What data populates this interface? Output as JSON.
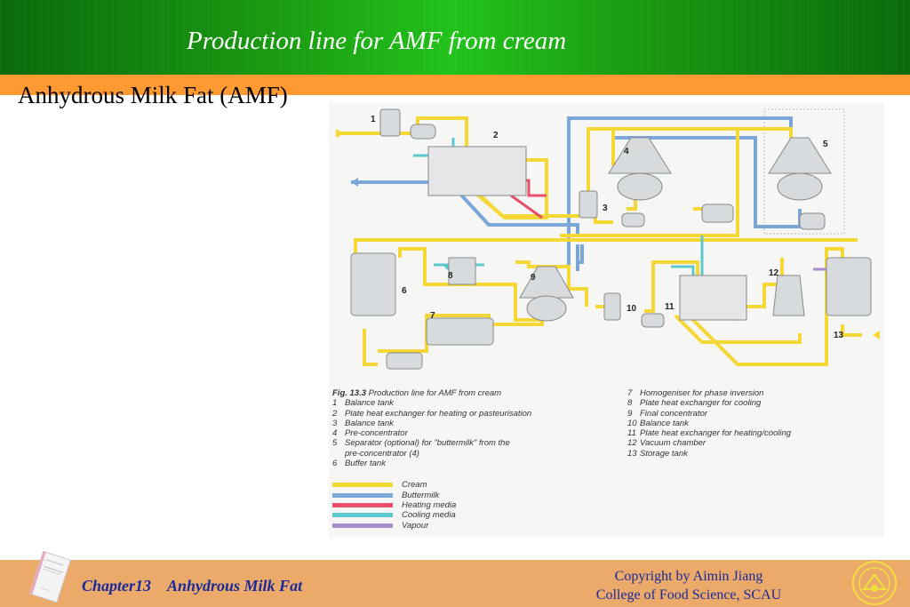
{
  "header": {
    "title": "Production line for AMF from cream"
  },
  "slide": {
    "heading": "Anhydrous Milk Fat (AMF)"
  },
  "figure": {
    "equipment_numbers": [
      "1",
      "2",
      "3",
      "4",
      "5",
      "6",
      "7",
      "8",
      "9",
      "10",
      "11",
      "12",
      "13"
    ],
    "caption": {
      "fig_label": "Fig. 13.3",
      "fig_title": "Production line for AMF from cream",
      "items_left": [
        {
          "n": "1",
          "text": "Balance tank"
        },
        {
          "n": "2",
          "text": "Plate heat exchanger for heating or pasteurisation"
        },
        {
          "n": "3",
          "text": "Balance tank"
        },
        {
          "n": "4",
          "text": "Pre-concentrator"
        },
        {
          "n": "5",
          "text": "Separator (optional) for \"buttermilk\" from the"
        },
        {
          "n": "",
          "text": "pre-concentrator (4)"
        },
        {
          "n": "6",
          "text": "Buffer tank"
        }
      ],
      "items_right": [
        {
          "n": "7",
          "text": "Homogeniser for phase inversion"
        },
        {
          "n": "8",
          "text": "Plate heat exchanger for cooling"
        },
        {
          "n": "9",
          "text": "Final concentrator"
        },
        {
          "n": "10",
          "text": "Balance tank"
        },
        {
          "n": "11",
          "text": "Plate heat exchanger for heating/cooling"
        },
        {
          "n": "12",
          "text": "Vacuum chamber"
        },
        {
          "n": "13",
          "text": "Storage tank"
        }
      ]
    },
    "legend": [
      {
        "label": "Cream",
        "color": "#f5d836"
      },
      {
        "label": "Buttermilk",
        "color": "#7aa6d8"
      },
      {
        "label": "Heating media",
        "color": "#e8506a"
      },
      {
        "label": "Cooling media",
        "color": "#5ec8d0"
      },
      {
        "label": "Vapour",
        "color": "#a88ccc"
      }
    ]
  },
  "footer": {
    "chapter": "Chapter13",
    "chapter_title": "Anhydrous Milk Fat",
    "copyright_line1": "Copyright by Aimin Jiang",
    "copyright_line2": "College of Food Science, SCAU"
  },
  "colors": {
    "header_green": "#1a9a12",
    "subbar_orange": "#ff9a33",
    "footer_orange": "#eba96a",
    "footer_text_blue": "#1a2a9a"
  }
}
